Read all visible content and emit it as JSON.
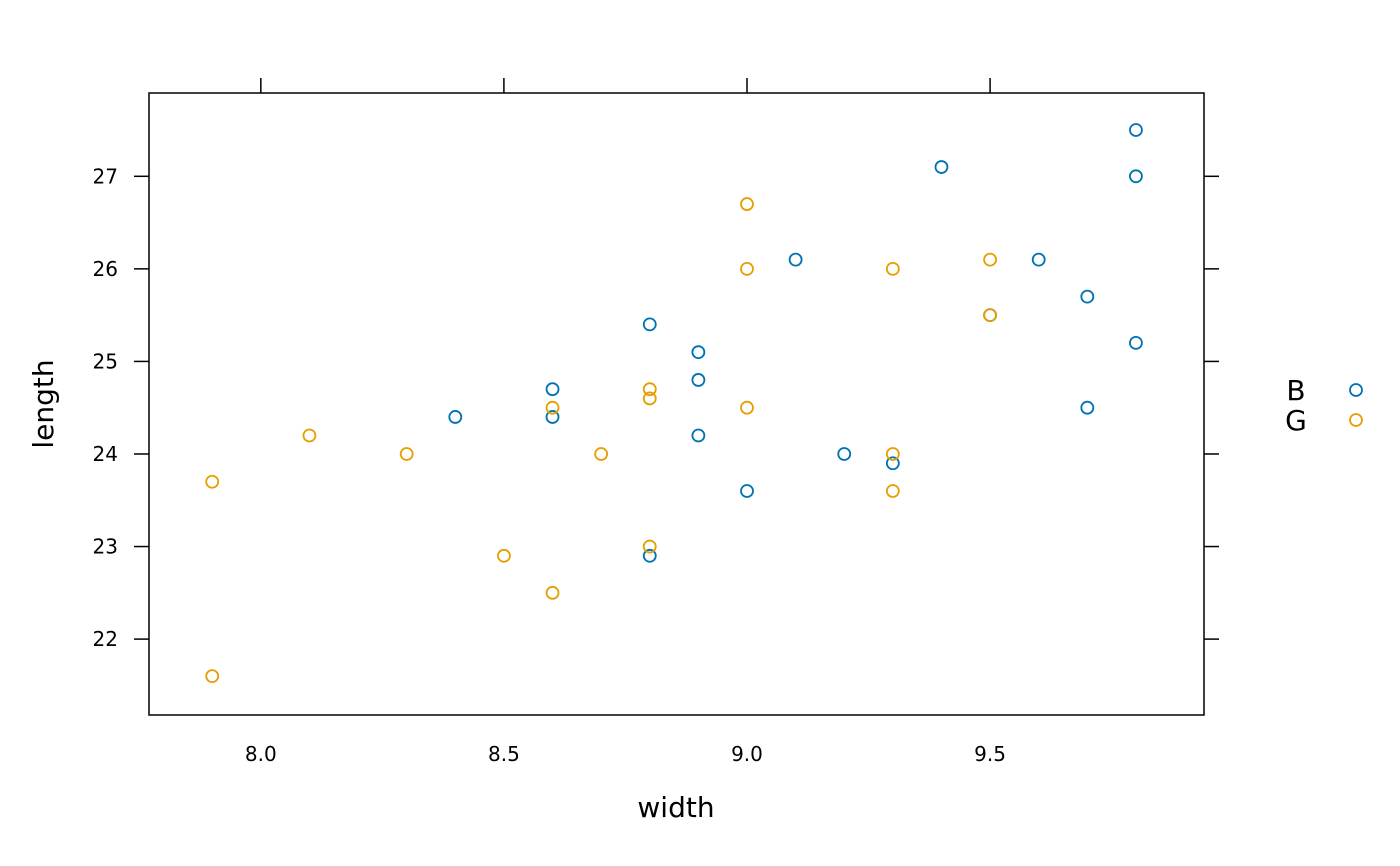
{
  "chart_data": {
    "type": "scatter",
    "title": "",
    "xlabel": "width",
    "ylabel": "length",
    "xlim": [
      7.77,
      9.94
    ],
    "ylim": [
      21.18,
      27.9
    ],
    "x_ticks": [
      "8.0",
      "8.5",
      "9.0",
      "9.5"
    ],
    "y_ticks": [
      "22",
      "23",
      "24",
      "25",
      "26",
      "27"
    ],
    "grid": false,
    "legend_position": "right",
    "series": [
      {
        "name": "B",
        "color": "#0072B2",
        "points": [
          [
            8.4,
            24.4
          ],
          [
            8.6,
            24.7
          ],
          [
            8.6,
            24.4
          ],
          [
            8.8,
            25.4
          ],
          [
            8.8,
            22.9
          ],
          [
            8.9,
            25.1
          ],
          [
            8.9,
            24.8
          ],
          [
            8.9,
            24.2
          ],
          [
            9.0,
            23.6
          ],
          [
            9.1,
            26.1
          ],
          [
            9.2,
            24.0
          ],
          [
            9.3,
            23.9
          ],
          [
            9.4,
            27.1
          ],
          [
            9.5,
            25.5
          ],
          [
            9.6,
            26.1
          ],
          [
            9.7,
            25.7
          ],
          [
            9.7,
            24.5
          ],
          [
            9.8,
            27.5
          ],
          [
            9.8,
            27.0
          ],
          [
            9.8,
            25.2
          ]
        ]
      },
      {
        "name": "G",
        "color": "#E69F00",
        "points": [
          [
            7.9,
            23.7
          ],
          [
            7.9,
            21.6
          ],
          [
            8.1,
            24.2
          ],
          [
            8.3,
            24.0
          ],
          [
            8.5,
            22.9
          ],
          [
            8.6,
            24.5
          ],
          [
            8.6,
            22.5
          ],
          [
            8.7,
            24.0
          ],
          [
            8.8,
            24.7
          ],
          [
            8.8,
            24.6
          ],
          [
            8.8,
            23.0
          ],
          [
            9.0,
            26.7
          ],
          [
            9.0,
            26.0
          ],
          [
            9.0,
            24.5
          ],
          [
            9.3,
            26.0
          ],
          [
            9.3,
            24.0
          ],
          [
            9.3,
            23.6
          ],
          [
            9.5,
            26.1
          ],
          [
            9.5,
            25.5
          ]
        ]
      }
    ]
  }
}
